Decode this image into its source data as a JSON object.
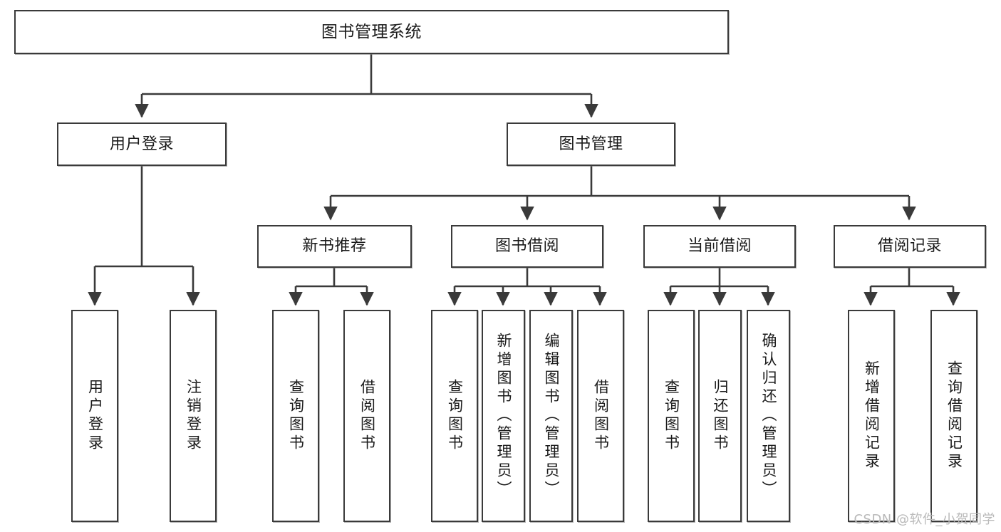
{
  "diagram": {
    "title": "图书管理系统",
    "type": "tree",
    "stroke_color": "#3a3a3a",
    "fill_color": "#ffffff",
    "text_color": "#1a1a1a",
    "watermark": "CSDN @软件_小贺同学",
    "nodes": {
      "root": {
        "label": "图书管理系统"
      },
      "level2": [
        {
          "id": "user-login",
          "label": "用户登录"
        },
        {
          "id": "book-manage",
          "label": "图书管理"
        }
      ],
      "level3": [
        {
          "id": "new-book-recommend",
          "label": "新书推荐"
        },
        {
          "id": "book-borrow",
          "label": "图书借阅"
        },
        {
          "id": "current-borrow",
          "label": "当前借阅"
        },
        {
          "id": "borrow-record",
          "label": "借阅记录"
        }
      ],
      "leaves": [
        {
          "id": "leaf-user-login",
          "label": "用户登录"
        },
        {
          "id": "leaf-logout-login",
          "label": "注销登录"
        },
        {
          "id": "leaf-query-book-1",
          "label": "查询图书"
        },
        {
          "id": "leaf-borrow-book-1",
          "label": "借阅图书"
        },
        {
          "id": "leaf-query-book-2",
          "label": "查询图书"
        },
        {
          "id": "leaf-add-book",
          "label": "新增图书（管理员）"
        },
        {
          "id": "leaf-edit-book",
          "label": "编辑图书（管理员）"
        },
        {
          "id": "leaf-borrow-book-2",
          "label": "借阅图书"
        },
        {
          "id": "leaf-query-book-3",
          "label": "查询图书"
        },
        {
          "id": "leaf-return-book",
          "label": "归还图书"
        },
        {
          "id": "leaf-confirm-return",
          "label": "确认归还（管理员）"
        },
        {
          "id": "leaf-add-record",
          "label": "新增借阅记录"
        },
        {
          "id": "leaf-query-record",
          "label": "查询借阅记录"
        }
      ]
    }
  }
}
